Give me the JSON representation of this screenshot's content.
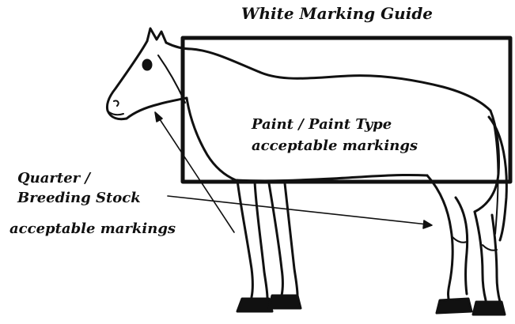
{
  "diagram": {
    "title": "White Marking Guide",
    "paint_region": {
      "line1": "Paint / Paint Type",
      "line2": "acceptable markings"
    },
    "quarter_region": {
      "line1": "Quarter /",
      "line2": "Breeding Stock",
      "line3": "acceptable markings"
    }
  },
  "colors": {
    "ink": "#111111",
    "background": "#ffffff"
  }
}
